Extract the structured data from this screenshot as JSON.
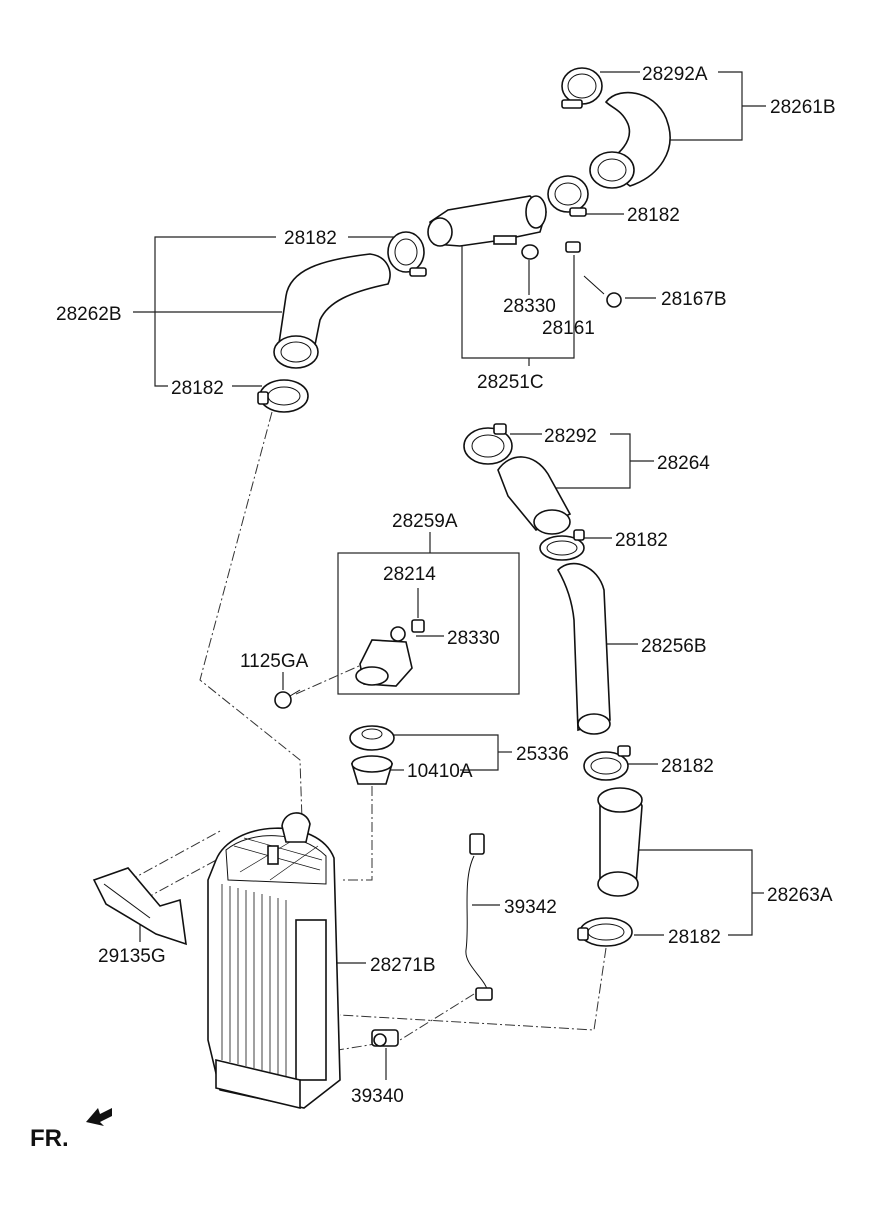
{
  "part_labels": {
    "p28292A": "28292A",
    "p28261B": "28261B",
    "p28182_a": "28182",
    "p28182_b": "28182",
    "p28262B": "28262B",
    "p28330_a": "28330",
    "p28167B": "28167B",
    "p28161": "28161",
    "p28182_c": "28182",
    "p28251C": "28251C",
    "p28292": "28292",
    "p28264": "28264",
    "p28259A": "28259A",
    "p28182_d": "28182",
    "p28214": "28214",
    "p28330_b": "28330",
    "p28256B": "28256B",
    "p1125GA": "1125GA",
    "p25336": "25336",
    "p10410A": "10410A",
    "p28182_e": "28182",
    "p28263A": "28263A",
    "p39342": "39342",
    "p29135G": "29135G",
    "p28182_f": "28182",
    "p28271B": "28271B",
    "p39340": "39340"
  },
  "direction_marker": "FR."
}
